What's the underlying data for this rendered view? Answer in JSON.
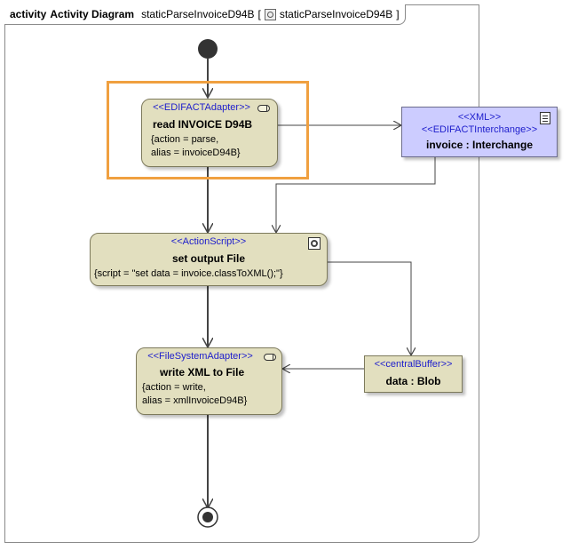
{
  "frame": {
    "keyword": "activity",
    "title": "Activity Diagram",
    "diagram_name": "staticParseInvoiceD94B",
    "bracket_open": "[",
    "reference_name": "staticParseInvoiceD94B",
    "bracket_close": "]"
  },
  "nodes": {
    "read_invoice": {
      "stereotype": "<<EDIFACTAdapter>>",
      "name": "read INVOICE D94B",
      "tag1": "{action = parse,",
      "tag2": "alias = invoiceD94B}"
    },
    "invoice_object": {
      "stereotype1": "<<XML>>",
      "stereotype2": "<<EDIFACTInterchange>>",
      "name": "invoice : Interchange"
    },
    "set_output": {
      "stereotype": "<<ActionScript>>",
      "name": "set output File",
      "tag1": "{script = \"set data = invoice.classToXML();\"}"
    },
    "write_xml": {
      "stereotype": "<<FileSystemAdapter>>",
      "name": "write XML to File",
      "tag1": "{action = write,",
      "tag2": "alias = xmlInvoiceD94B}"
    },
    "data_blob": {
      "stereotype": "<<centralBuffer>>",
      "name": "data : Blob"
    }
  },
  "colors": {
    "action_fill": "#e2dfbf",
    "object_fill": "#ccccff",
    "stereotype_text": "#1d1dcc",
    "highlight": "#f0a040"
  }
}
